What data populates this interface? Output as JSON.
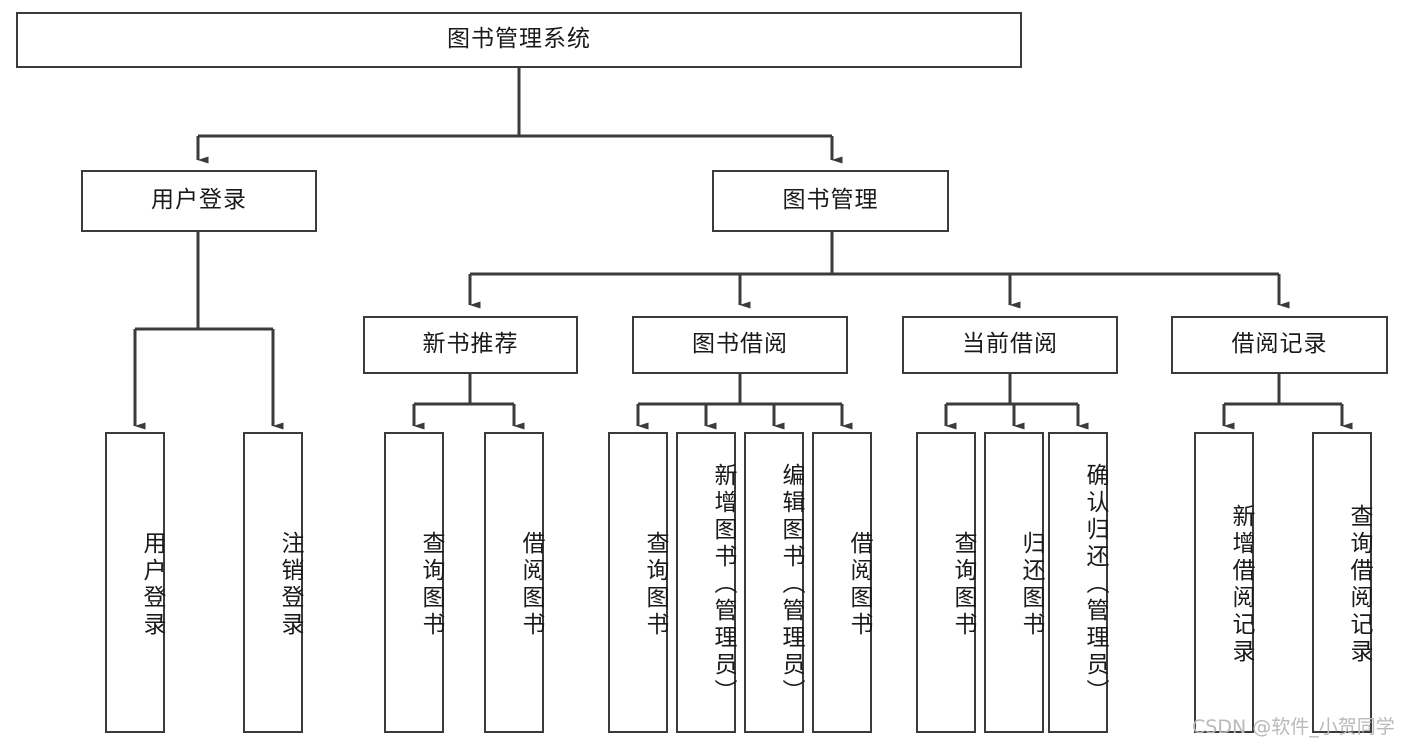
{
  "diagram": {
    "title": "图书管理系统",
    "type": "tree-hierarchy-diagram",
    "colors": {
      "box_border": "#3b3b3b",
      "box_fill": "#ffffff",
      "edge": "#3b3b3b",
      "text": "#1a1a1a",
      "watermark": "#b9b9b9",
      "background": "#ffffff"
    },
    "root": {
      "label": "图书管理系统"
    },
    "level2": [
      {
        "label": "用户登录"
      },
      {
        "label": "图书管理"
      }
    ],
    "level3": [
      {
        "label": "新书推荐"
      },
      {
        "label": "图书借阅"
      },
      {
        "label": "当前借阅"
      },
      {
        "label": "借阅记录"
      }
    ],
    "leaves": {
      "user_login": [
        {
          "label": "用户登录"
        },
        {
          "label": "注销登录"
        }
      ],
      "new_book_recommend": [
        {
          "label": "查询图书"
        },
        {
          "label": "借阅图书"
        }
      ],
      "book_borrow": [
        {
          "label": "查询图书"
        },
        {
          "label": "新增图书（管理员）"
        },
        {
          "label": "编辑图书（管理员）"
        },
        {
          "label": "借阅图书"
        }
      ],
      "current_borrow": [
        {
          "label": "查询图书"
        },
        {
          "label": "归还图书"
        },
        {
          "label": "确认归还（管理员）"
        }
      ],
      "borrow_record": [
        {
          "label": "新增借阅记录"
        },
        {
          "label": "查询借阅记录"
        }
      ]
    },
    "watermark": "CSDN @软件_小贺同学"
  }
}
